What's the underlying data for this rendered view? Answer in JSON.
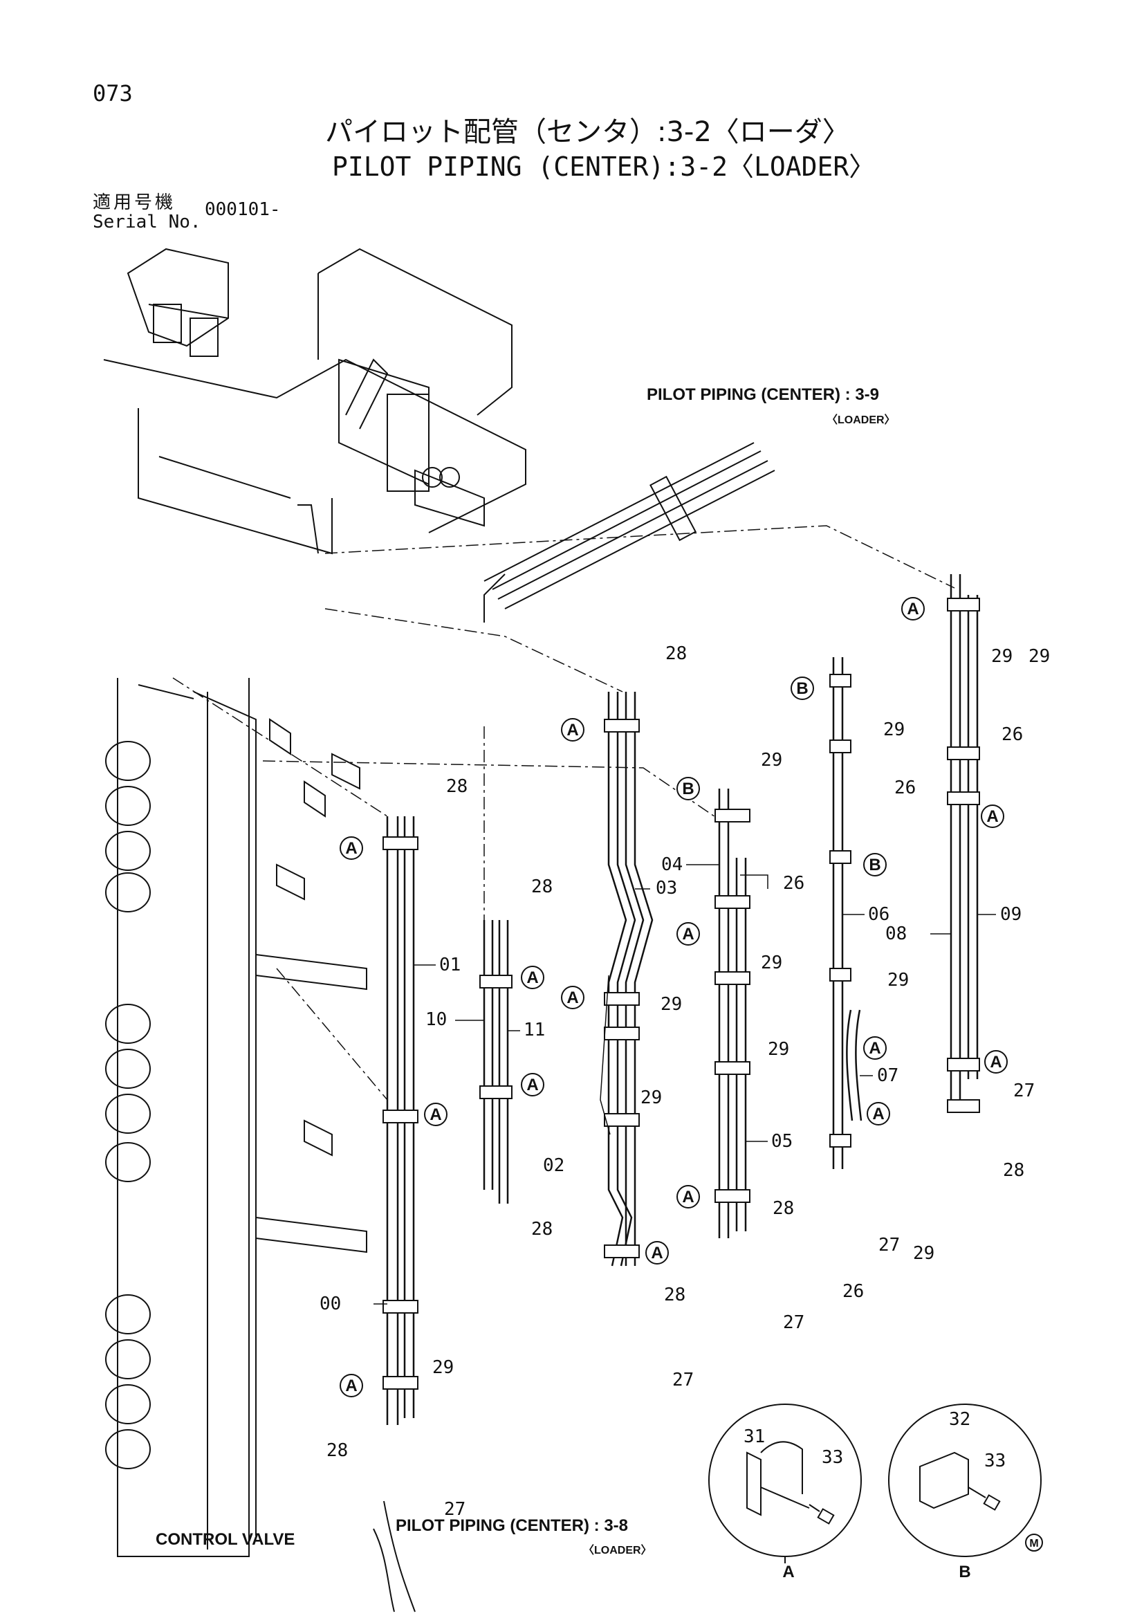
{
  "header": {
    "page_number": "073",
    "title_jp": "パイロット配管（センタ）:3-2〈ローダ〉",
    "title_en": "PILOT PIPING (CENTER):3-2〈LOADER〉",
    "serial_label_jp": "適用号機",
    "serial_label_en": "Serial No.",
    "serial_value": "000101-"
  },
  "references": {
    "ref_3_9": {
      "label": "PILOT PIPING (CENTER) : 3-9",
      "sub": "〈LOADER〉"
    },
    "ref_3_8": {
      "label": "PILOT PIPING (CENTER) : 3-8",
      "sub": "〈LOADER〉"
    },
    "control_valve": "CONTROL VALVE"
  },
  "callouts": {
    "A": "A",
    "B": "B"
  },
  "parts": [
    "00",
    "01",
    "02",
    "03",
    "04",
    "05",
    "06",
    "07",
    "08",
    "09",
    "10",
    "11",
    "26",
    "27",
    "28",
    "29",
    "31",
    "32",
    "33"
  ],
  "detail_views": [
    {
      "label": "A",
      "parts": [
        "31",
        "33"
      ]
    },
    {
      "label": "B",
      "parts": [
        "32",
        "33"
      ]
    }
  ],
  "mark": "M"
}
